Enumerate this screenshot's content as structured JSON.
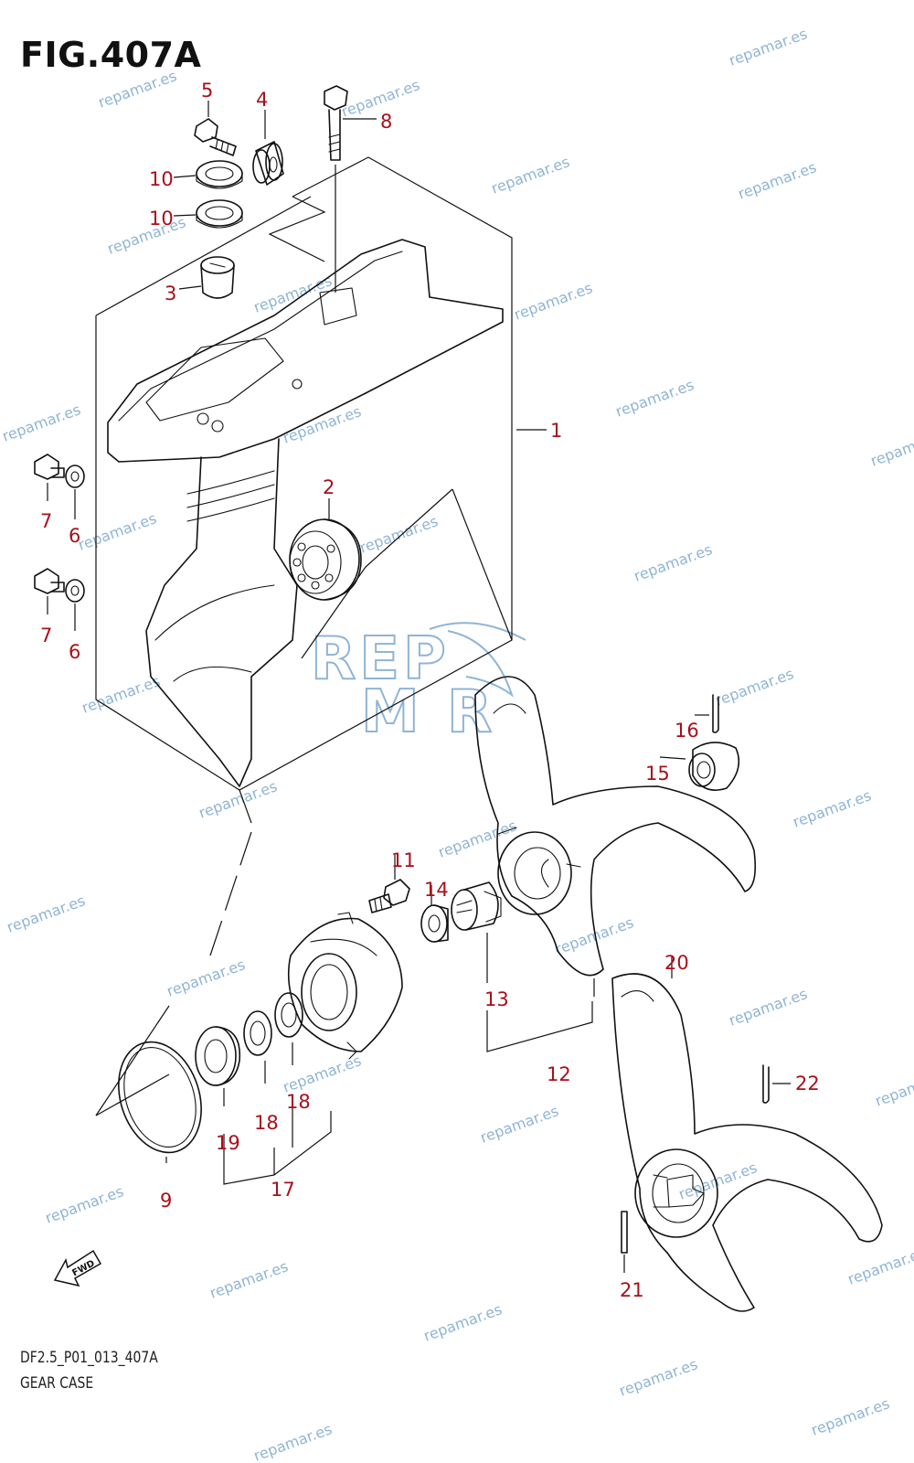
{
  "figure": {
    "title": "FIG.407A",
    "code": "DF2.5_P01_013_407A",
    "name": "GEAR CASE"
  },
  "watermark": {
    "text": "repamar.es",
    "logo_top": "REP",
    "logo_bottom": "M  R",
    "color": "#8fb4d6"
  },
  "callout_color": "#a8101a",
  "callouts": [
    "5",
    "4",
    "8",
    "10",
    "10",
    "3",
    "1",
    "7",
    "6",
    "2",
    "7",
    "6",
    "16",
    "15",
    "11",
    "14",
    "13",
    "12",
    "20",
    "22",
    "9",
    "19",
    "18",
    "18",
    "17",
    "21"
  ],
  "fwd_badge": "FWD"
}
